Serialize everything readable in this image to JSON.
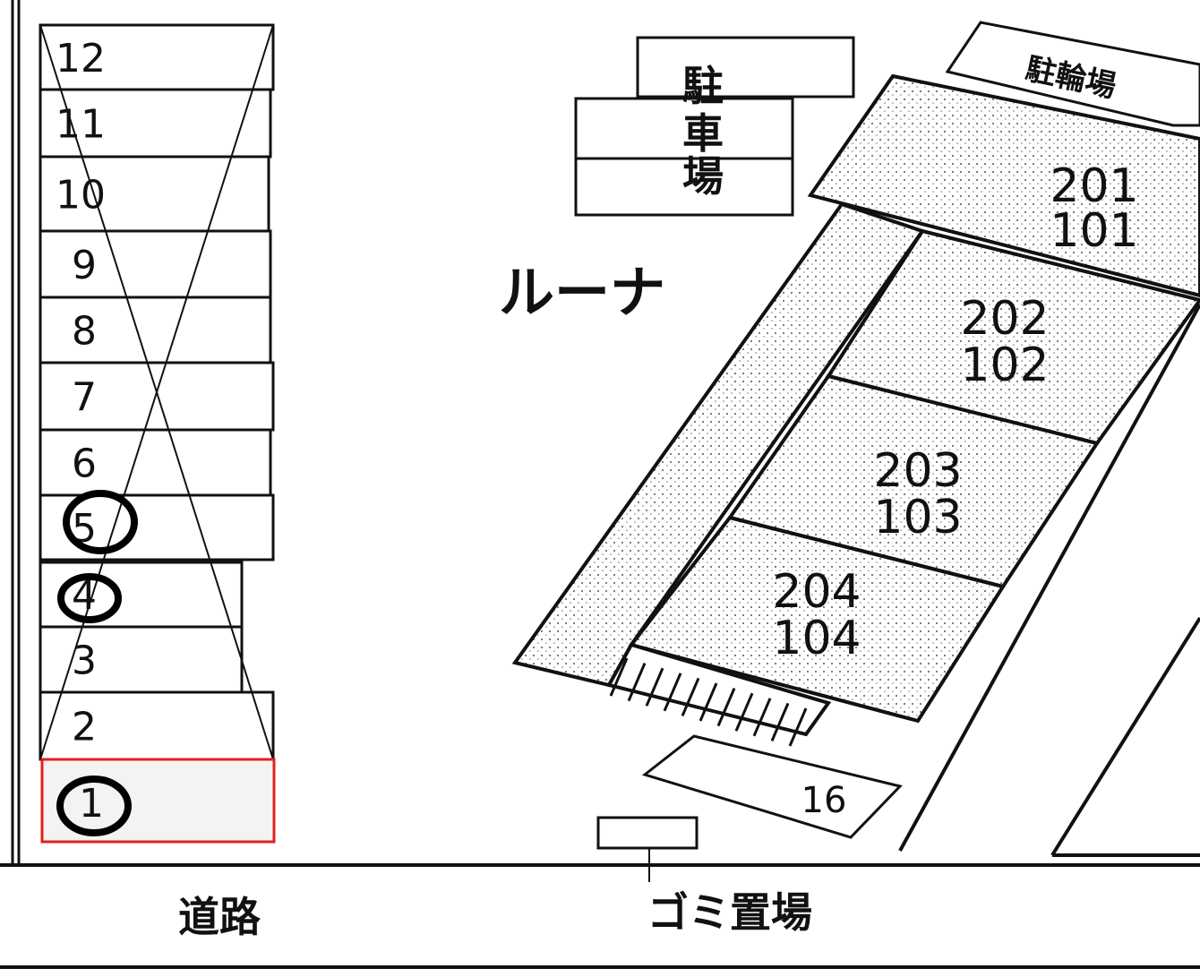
{
  "parking_slots": [
    {
      "number": "12"
    },
    {
      "number": "11"
    },
    {
      "number": "10"
    },
    {
      "number": "9"
    },
    {
      "number": "8"
    },
    {
      "number": "7"
    },
    {
      "number": "6"
    },
    {
      "number": "5",
      "circled": true
    },
    {
      "number": "4",
      "circled": true
    },
    {
      "number": "3"
    },
    {
      "number": "2"
    },
    {
      "number": "1",
      "circled": true,
      "highlighted": true
    }
  ],
  "labels": {
    "car_parking": [
      "駐",
      "車",
      "場"
    ],
    "bicycle_parking": "駐輪場",
    "building_name": "ルーナ",
    "road": "道路",
    "garbage": "ゴミ置場",
    "slot_16": "16"
  },
  "rooms": [
    {
      "upper": "201",
      "lower": "101"
    },
    {
      "upper": "202",
      "lower": "102"
    },
    {
      "upper": "203",
      "lower": "103"
    },
    {
      "upper": "204",
      "lower": "104"
    }
  ],
  "colors": {
    "highlight": "#e02020",
    "ink": "#111111"
  }
}
